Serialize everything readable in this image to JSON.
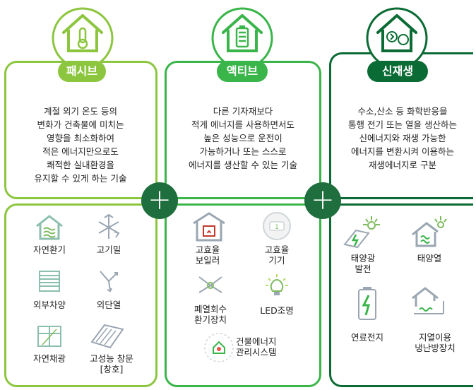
{
  "columns": [
    {
      "title": "패시브",
      "description": "계절 외기 온도 등의\n변화가 건축물에 미치는\n영향을 최소화하여\n적은 에너지만으로도\n쾌적한 실내환경을\n유지할 수 있게 하는 기술",
      "items": [
        "자연환기",
        "고기밀",
        "외부차양",
        "외단열",
        "자연채광",
        "고성능 창문\n[창호]"
      ],
      "color": "#8cc63f"
    },
    {
      "title": "액티브",
      "description": "다른 기자재보다\n적게 에너지를 사용하면서도\n높은 성능으로 운전이\n가능하거나 또는 스스로\n에너지를 생산할 수 있는 기술",
      "items": [
        "고효율\n보일러",
        "고효율\n기기",
        "폐열회수\n환기장치",
        "LED조명",
        "건물에너지\n관리시스템"
      ],
      "color": "#3ab54a"
    },
    {
      "title": "신재생",
      "description": "수소,산소 등 화학반응을\n통행 전기 또는 열을 생산하는\n신에너지와 재생 가능한\n에너지를 변환시켜 이용하는\n재생에너지로 구분",
      "items": [
        "태양광\n발전",
        "태양열",
        "연료전지",
        "지열이용\n냉난방장치"
      ],
      "color": "#0b6b34"
    }
  ],
  "plus_symbol": "+",
  "icons": {
    "passive": "thermometer-house-icon",
    "active": "battery-house-icon",
    "renewable": "energy-house-icon"
  }
}
